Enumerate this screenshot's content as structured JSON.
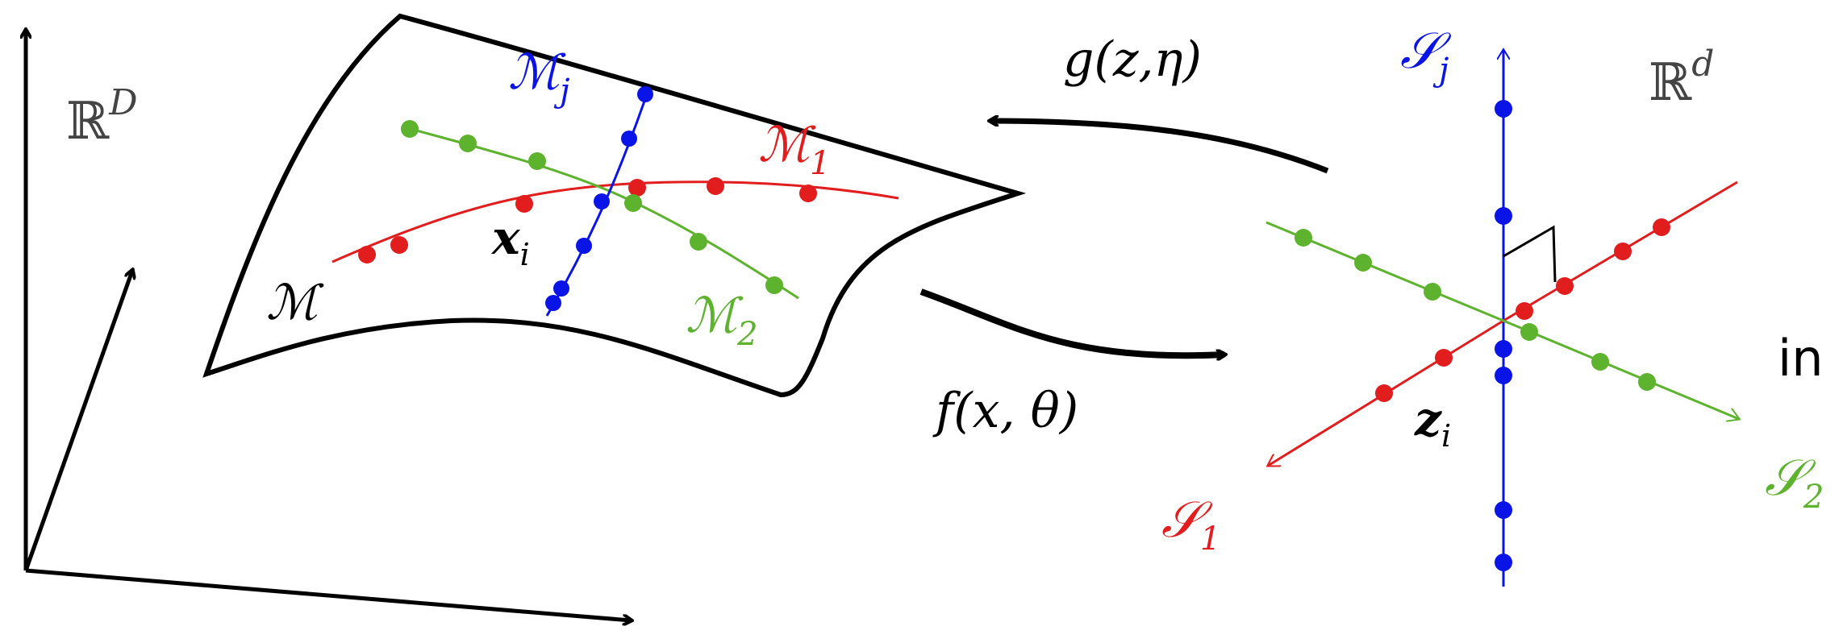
{
  "colors": {
    "ink": "#000000",
    "blue": "#0a14e6",
    "red": "#e11d1d",
    "green": "#5db32e"
  },
  "input_space": {
    "label": "ℝ",
    "label_sup": "D",
    "manifold_label": "ℳ",
    "point_label": "x",
    "point_sub": "i",
    "m_j": {
      "base": "ℳ",
      "sub": "j"
    },
    "m_1": {
      "base": "ℳ",
      "sub": "1"
    },
    "m_2": {
      "base": "ℳ",
      "sub": "2"
    }
  },
  "latent_space": {
    "label": "ℝ",
    "label_sup": "d",
    "point_label": "z",
    "point_sub": "i",
    "s_j": {
      "base": "𝒮",
      "sub": "j"
    },
    "s_1": {
      "base": "𝒮",
      "sub": "1"
    },
    "s_2": {
      "base": "𝒮",
      "sub": "2"
    },
    "partial_text": "in"
  },
  "maps": {
    "decoder": "g(z,η)",
    "encoder": "f(x, θ)"
  }
}
